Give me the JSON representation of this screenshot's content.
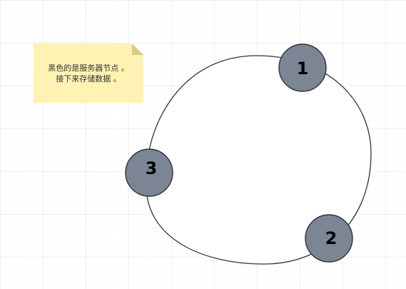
{
  "note": {
    "line1": "黑色的是服务器节点 。",
    "line2": "接下来存储数据 。",
    "fill_color": "#fff2b3",
    "fold_color": "#d9c98a"
  },
  "ring": {
    "stroke_color": "#333333",
    "fill_color": "#ffffff"
  },
  "nodes": [
    {
      "label": "1"
    },
    {
      "label": "2"
    },
    {
      "label": "3"
    }
  ],
  "node_style": {
    "fill_color": "#7c8594",
    "stroke_color": "#2f3238",
    "text_color": "#000000"
  }
}
